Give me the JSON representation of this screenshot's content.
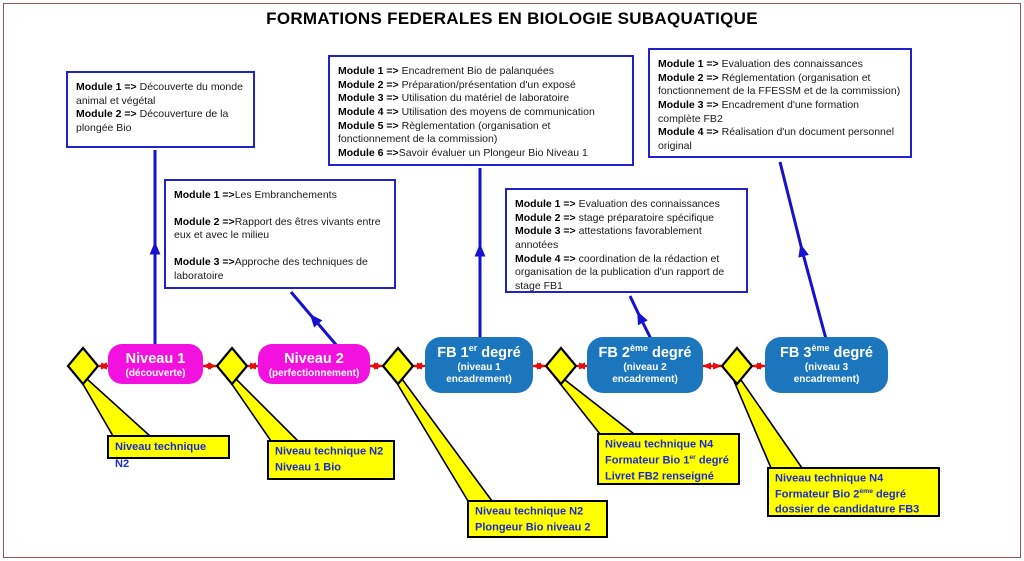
{
  "title": "FORMATIONS FEDERALES EN BIOLOGIE SUBAQUATIQUE",
  "colors": {
    "page_border": "#9c5555",
    "box_border": "#2222cc",
    "arrow_blue": "#1512cf",
    "arrow_red": "#e50d0d",
    "node_magenta": "#f311df",
    "node_blue": "#1b76bd",
    "callout_yellow": "#ffff00",
    "callout_text_blue": "#1c2bd1"
  },
  "module_boxes": [
    {
      "for": "Niveau 1",
      "modules": [
        {
          "label": "Module 1 =>",
          "text": " Découverte du monde animal et végétal"
        },
        {
          "label": "Module 2 =>",
          "text": " Découverture de la plongée Bio"
        }
      ]
    },
    {
      "for": "FB 1er degré",
      "modules": [
        {
          "label": "Module 1 =>",
          "text": " Encadrement Bio de palanquées"
        },
        {
          "label": "Module 2 =>",
          "text": " Préparation/présentation d'un exposé"
        },
        {
          "label": "Module 3 =>",
          "text": " Utilisation du matériel de laboratoire"
        },
        {
          "label": "Module 4 =>",
          "text": " Utilisation des moyens de communication"
        },
        {
          "label": "Module 5 =>",
          "text": " Règlementation (organisation et fonctionnement de la commission)"
        },
        {
          "label": "Module 6 =>",
          "text": "Savoir évaluer un Plongeur Bio Niveau 1"
        }
      ]
    },
    {
      "for": "FB 3ème degré",
      "modules": [
        {
          "label": "Module 1 =>",
          "text": " Evaluation des connaissances"
        },
        {
          "label": "Module 2 =>",
          "text": " Réglementation (organisation et fonctionnement de la FFESSM et de la commission)"
        },
        {
          "label": "Module 3 =>",
          "text": " Encadrement d'une formation complète FB2"
        },
        {
          "label": "Module 4 =>",
          "text": " Réalisation d'un document personnel original"
        }
      ]
    },
    {
      "for": "Niveau 2",
      "modules": [
        {
          "label": "Module 1 =>",
          "text": "Les Embranchements"
        },
        {
          "label": "Module 2 =>",
          "text": "Rapport des êtres vivants entre eux et avec le milieu"
        },
        {
          "label": "Module 3 =>",
          "text": "Approche des techniques de laboratoire"
        }
      ]
    },
    {
      "for": "FB 2ème degré",
      "modules": [
        {
          "label": "Module 1 =>",
          "text": " Evaluation des connaissances"
        },
        {
          "label": "Module 2 =>",
          "text": " stage préparatoire spécifique"
        },
        {
          "label": "Module 3 =>",
          "text": " attestations favorablement annotées"
        },
        {
          "label": "Module 4 =>",
          "text": "  coordination de la rédaction et organisation de la publication d'un rapport de stage FB1"
        }
      ]
    }
  ],
  "nodes": [
    {
      "pre": "Niveau 1",
      "sup": "",
      "post": "",
      "sub1": "(découverte)",
      "sub2": ""
    },
    {
      "pre": "Niveau 2",
      "sup": "",
      "post": "",
      "sub1": "(perfectionnement)",
      "sub2": ""
    },
    {
      "pre": "FB 1",
      "sup": "er",
      "post": " degré",
      "sub1": "(niveau 1",
      "sub2": "encadrement)"
    },
    {
      "pre": "FB 2",
      "sup": "ème",
      "post": " degré",
      "sub1": "(niveau 2",
      "sub2": "encadrement)"
    },
    {
      "pre": "FB 3",
      "sup": "ème",
      "post": " degré",
      "sub1": "(niveau 3",
      "sub2": "encadrement)"
    }
  ],
  "callouts": [
    {
      "lines": [
        {
          "pre": "Niveau technique N2",
          "sup": "",
          "post": ""
        }
      ]
    },
    {
      "lines": [
        {
          "pre": "Niveau technique N2",
          "sup": "",
          "post": ""
        },
        {
          "pre": "Niveau 1 Bio",
          "sup": "",
          "post": ""
        }
      ]
    },
    {
      "lines": [
        {
          "pre": "Niveau technique N2",
          "sup": "",
          "post": ""
        },
        {
          "pre": "Plongeur Bio niveau 2",
          "sup": "",
          "post": ""
        }
      ]
    },
    {
      "lines": [
        {
          "pre": "Niveau technique N4",
          "sup": "",
          "post": ""
        },
        {
          "pre": "Formateur Bio 1",
          "sup": "er",
          "post": " degré"
        },
        {
          "pre": "Livret FB2 renseigné",
          "sup": "",
          "post": ""
        }
      ]
    },
    {
      "lines": [
        {
          "pre": "Niveau technique N4",
          "sup": "",
          "post": ""
        },
        {
          "pre": "Formateur Bio 2",
          "sup": "ème",
          "post": " degré"
        },
        {
          "pre": "dossier de candidature FB3",
          "sup": "",
          "post": ""
        }
      ]
    }
  ]
}
